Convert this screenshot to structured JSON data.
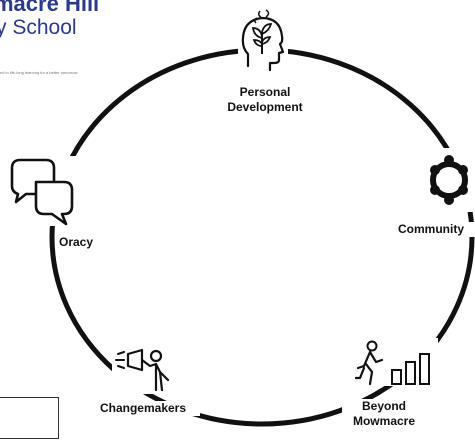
{
  "logo": {
    "line1": "macre Hill",
    "line2": "y School",
    "tagline": "ed in life-long learning for a better tomorrow"
  },
  "nodes": [
    {
      "id": "personal",
      "label_lines": [
        "Personal",
        "Development"
      ],
      "icon": "head-plant-icon"
    },
    {
      "id": "community",
      "label_lines": [
        "Community"
      ],
      "icon": "people-circle-icon"
    },
    {
      "id": "beyond",
      "label_lines": [
        "Beyond",
        "Mowmacre"
      ],
      "icon": "climbing-steps-icon"
    },
    {
      "id": "changemakers",
      "label_lines": [
        "Changemakers"
      ],
      "icon": "megaphone-person-icon"
    },
    {
      "id": "oracy",
      "label_lines": [
        "Oracy"
      ],
      "icon": "speech-bubbles-icon"
    }
  ],
  "colors": {
    "brand": "#2b3a8c",
    "ring": "#111111",
    "text": "#111111"
  }
}
